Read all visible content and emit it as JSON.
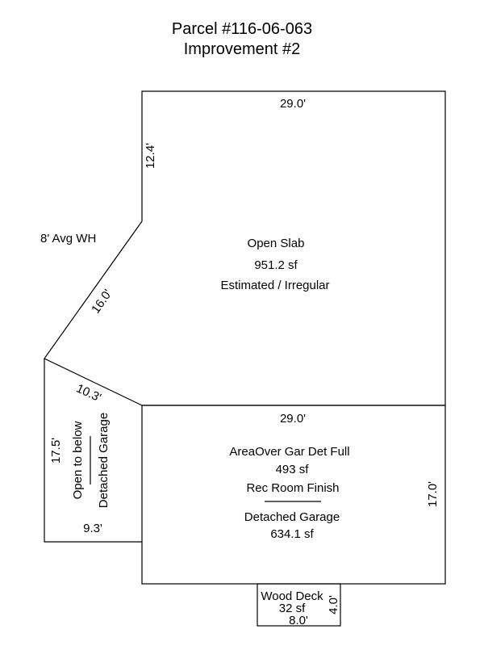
{
  "title": {
    "parcel": "Parcel #116-06-063",
    "improvement": "Improvement #2"
  },
  "note": "8' Avg WH",
  "areas": {
    "open_slab": {
      "name": "Open Slab",
      "area": "951.2 sf",
      "note": "Estimated / Irregular"
    },
    "garage_upper": {
      "name": "AreaOver Gar Det Full",
      "area": "493 sf",
      "finish": "Rec Room Finish"
    },
    "garage": {
      "name": "Detached Garage",
      "area": "634.1 sf"
    },
    "open_to_below": {
      "line1": "Open to below",
      "line2": "Detached Garage"
    },
    "wood_deck": {
      "name": "Wood Deck",
      "area": "32 sf"
    }
  },
  "dimensions": {
    "slab_top": "29.0'",
    "slab_left": "12.4'",
    "slab_diagonal": "16.0'",
    "notch_diagonal": "10.3'",
    "notch_left": "17.5'",
    "notch_bottom": "9.3'",
    "garage_top": "29.0'",
    "garage_right": "17.0'",
    "deck_bottom": "8.0'",
    "deck_right": "4.0'"
  }
}
